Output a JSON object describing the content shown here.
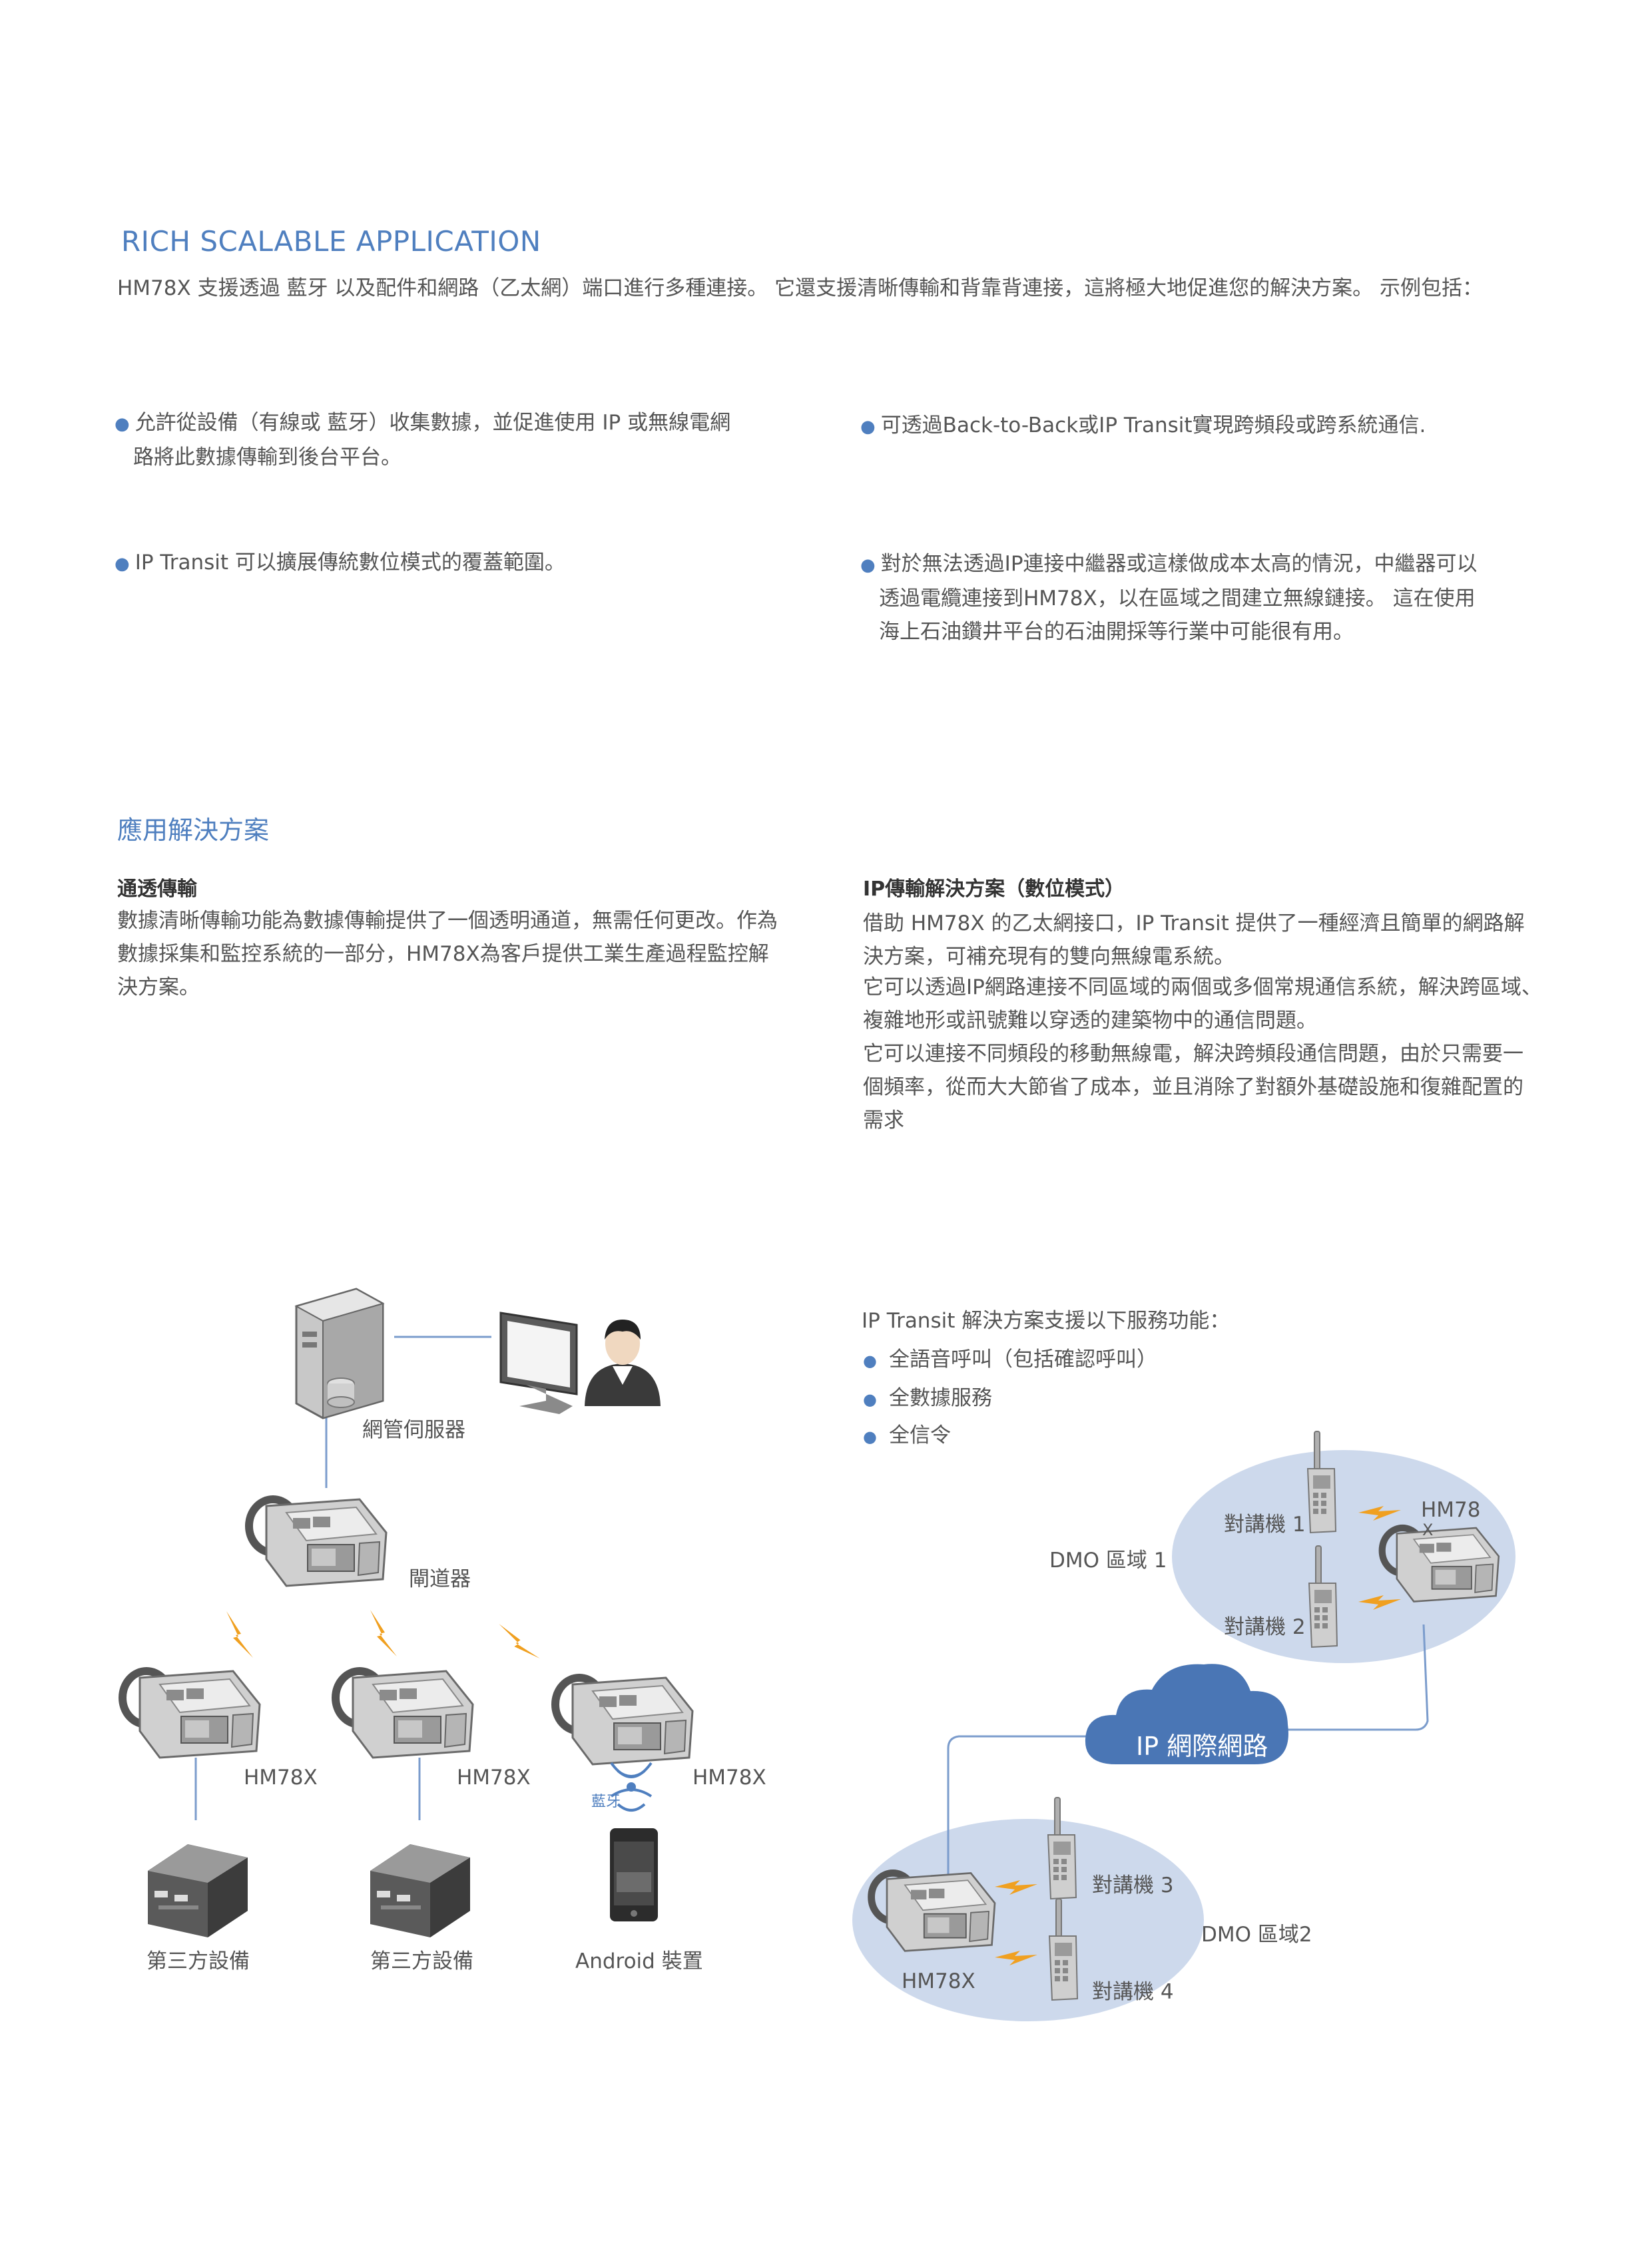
{
  "header": {
    "title_en": "RICH SCALABLE APPLICATION",
    "intro": "HM78X 支援透過 藍牙 以及配件和網路（乙太網）端口進行多種連接。 它還支援清晰傳輸和背靠背連接，這將極大地促進您的解決方案。 示例包括："
  },
  "bullets": {
    "b1_line1": "允許從設備（有線或 藍牙）收集數據，並促進使用 IP 或無線電網",
    "b1_line2": "路將此數據傳輸到後台平台。",
    "b2": "可透過Back-to-Back或IP Transit實現跨頻段或跨系統通信.",
    "b3": "IP Transit 可以擴展傳統數位模式的覆蓋範圍。",
    "b4_line1": "對於無法透過IP連接中繼器或這樣做成本太高的情況，中繼器可以",
    "b4_line2": "透過電纜連接到HM78X，以在區域之間建立無線鏈接。 這在使用",
    "b4_line3": "海上石油鑽井平台的石油開採等行業中可能很有用。"
  },
  "solutions": {
    "title": "應用解決方案",
    "left_head": "通透傳輸",
    "left_body": "數據清晰傳輸功能為數據傳輸提供了一個透明通道，無需任何更改。作為數據採集和監控系統的一部分，HM78X為客戶提供工業生產過程監控解決方案。",
    "right_head": "IP傳輸解決方案（數位模式）",
    "right_p1": "借助 HM78X 的乙太網接口，IP Transit 提供了一種經濟且簡單的網路解決方案，可補充現有的雙向無線電系統。",
    "right_p2": "它可以透過IP網路連接不同區域的兩個或多個常規通信系統，解決跨區域、複雜地形或訊號難以穿透的建築物中的通信問題。",
    "right_p3": "它可以連接不同頻段的移動無線電，解決跨頻段通信問題，由於只需要一個頻率，從而大大節省了成本，並且消除了對額外基礎設施和復雜配置的需求"
  },
  "ip_features": {
    "title": "IP Transit 解決方案支援以下服務功能：",
    "items": [
      "全語音呼叫（包括確認呼叫）",
      "全數據服務",
      "全信令"
    ]
  },
  "diagram_left": {
    "server": "網管伺服器",
    "gateway": "閘道器",
    "radio_a": "HM78X",
    "radio_b": "HM78X",
    "radio_c": "HM78X",
    "bluetooth": "藍牙",
    "device_a": "第三方設備",
    "device_b": "第三方設備",
    "device_c": "Android 裝置"
  },
  "diagram_right": {
    "zone1": "DMO 區域 1",
    "zone2": "DMO 區域2",
    "walkie1": "對講機 1",
    "walkie2": "對講機 2",
    "walkie3": "對講機 3",
    "walkie4": "對講機 4",
    "hm_top_a": "HM78",
    "hm_top_b": "X",
    "hm_bottom": "HM78X",
    "cloud": "IP 網際網路"
  },
  "colors": {
    "accent": "#4f7fbf",
    "zone_fill": "#cdd9ec",
    "cloud": "#4a76b5",
    "lightning": "#f0a020"
  }
}
